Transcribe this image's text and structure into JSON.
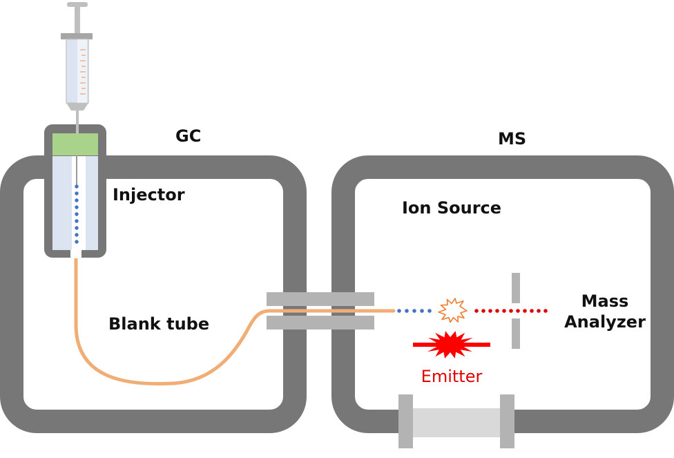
{
  "labels": {
    "gc": "GC",
    "ms": "MS",
    "injector": "Injector",
    "ion_source": "Ion Source",
    "blank_tube": "Blank tube",
    "mass": "Mass",
    "analyzer": "Analyzer",
    "emitter": "Emitter"
  },
  "colors": {
    "chamber_wall": "#777777",
    "plate": "#b3b3b3",
    "tube": "#f0ae76",
    "septum": "#a9d38b",
    "liner": "#dce4f2",
    "neutral_molecules": "#4472c4",
    "ions": "#e00000",
    "emitter": "#ff0000"
  }
}
